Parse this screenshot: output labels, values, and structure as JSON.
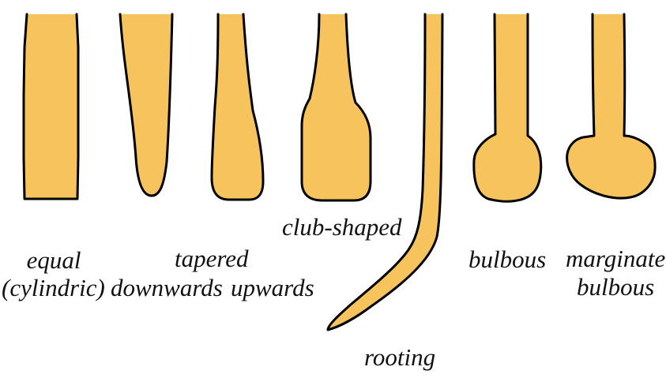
{
  "colors": {
    "fill": "#f7c35d",
    "stroke": "#000000"
  },
  "labels": {
    "equal_line1": "equal",
    "equal_line2": "(cylindric)",
    "tapered": "tapered",
    "downwards": "downwards",
    "upwards": "upwards",
    "club_shaped": "club-shaped",
    "rooting": "rooting",
    "bulbous": "bulbous",
    "marginate_line1": "marginate",
    "marginate_line2": "bulbous"
  }
}
